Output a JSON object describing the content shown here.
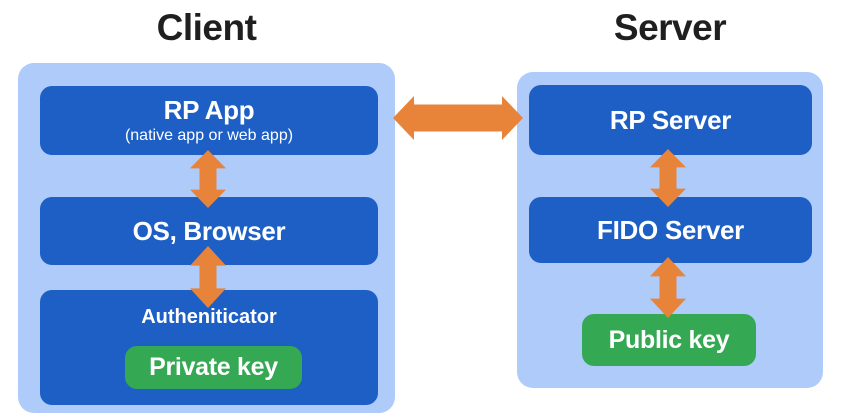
{
  "palette": {
    "panel_bg": "#aecbfa",
    "box_bg": "#1d5fc4",
    "key_bg": "#34a853",
    "arrow_color": "#e8833a",
    "title_color": "#1f1f1f",
    "box_text_color": "#ffffff"
  },
  "client": {
    "title": "Client",
    "rp_app": {
      "label": "RP App",
      "sublabel": "(native app or web app)"
    },
    "os_browser": {
      "label": "OS, Browser"
    },
    "authenticator": {
      "label": "Autheniticator",
      "key_label": "Private key"
    }
  },
  "server": {
    "title": "Server",
    "rp_server": {
      "label": "RP Server"
    },
    "fido_server": {
      "label": "FIDO Server"
    },
    "public_key": {
      "label": "Public key"
    }
  }
}
